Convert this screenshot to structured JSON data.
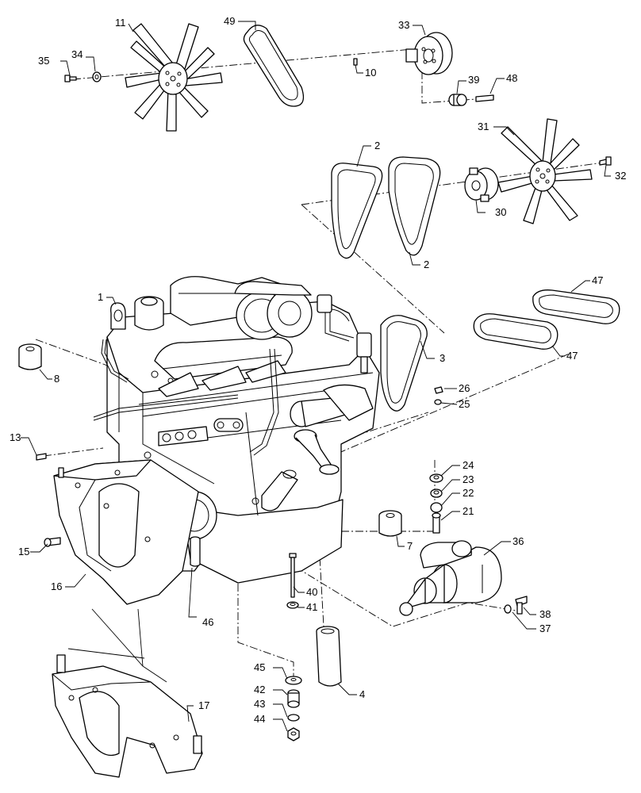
{
  "callouts": [
    {
      "id": "c1",
      "label": "1"
    },
    {
      "id": "c2a",
      "label": "2"
    },
    {
      "id": "c2b",
      "label": "2"
    },
    {
      "id": "c3",
      "label": "3"
    },
    {
      "id": "c4",
      "label": "4"
    },
    {
      "id": "c7",
      "label": "7"
    },
    {
      "id": "c8",
      "label": "8"
    },
    {
      "id": "c10",
      "label": "10"
    },
    {
      "id": "c11",
      "label": "11"
    },
    {
      "id": "c13",
      "label": "13"
    },
    {
      "id": "c15",
      "label": "15"
    },
    {
      "id": "c16",
      "label": "16"
    },
    {
      "id": "c17",
      "label": "17"
    },
    {
      "id": "c21",
      "label": "21"
    },
    {
      "id": "c22",
      "label": "22"
    },
    {
      "id": "c23",
      "label": "23"
    },
    {
      "id": "c24",
      "label": "24"
    },
    {
      "id": "c25",
      "label": "25"
    },
    {
      "id": "c26",
      "label": "26"
    },
    {
      "id": "c30",
      "label": "30"
    },
    {
      "id": "c31",
      "label": "31"
    },
    {
      "id": "c32",
      "label": "32"
    },
    {
      "id": "c33",
      "label": "33"
    },
    {
      "id": "c34",
      "label": "34"
    },
    {
      "id": "c35",
      "label": "35"
    },
    {
      "id": "c36",
      "label": "36"
    },
    {
      "id": "c37",
      "label": "37"
    },
    {
      "id": "c38",
      "label": "38"
    },
    {
      "id": "c39",
      "label": "39"
    },
    {
      "id": "c40",
      "label": "40"
    },
    {
      "id": "c41",
      "label": "41"
    },
    {
      "id": "c42",
      "label": "42"
    },
    {
      "id": "c43",
      "label": "43"
    },
    {
      "id": "c44",
      "label": "44"
    },
    {
      "id": "c45",
      "label": "45"
    },
    {
      "id": "c46",
      "label": "46"
    },
    {
      "id": "c47a",
      "label": "47"
    },
    {
      "id": "c47b",
      "label": "47"
    },
    {
      "id": "c48",
      "label": "48"
    },
    {
      "id": "c49",
      "label": "49"
    }
  ]
}
